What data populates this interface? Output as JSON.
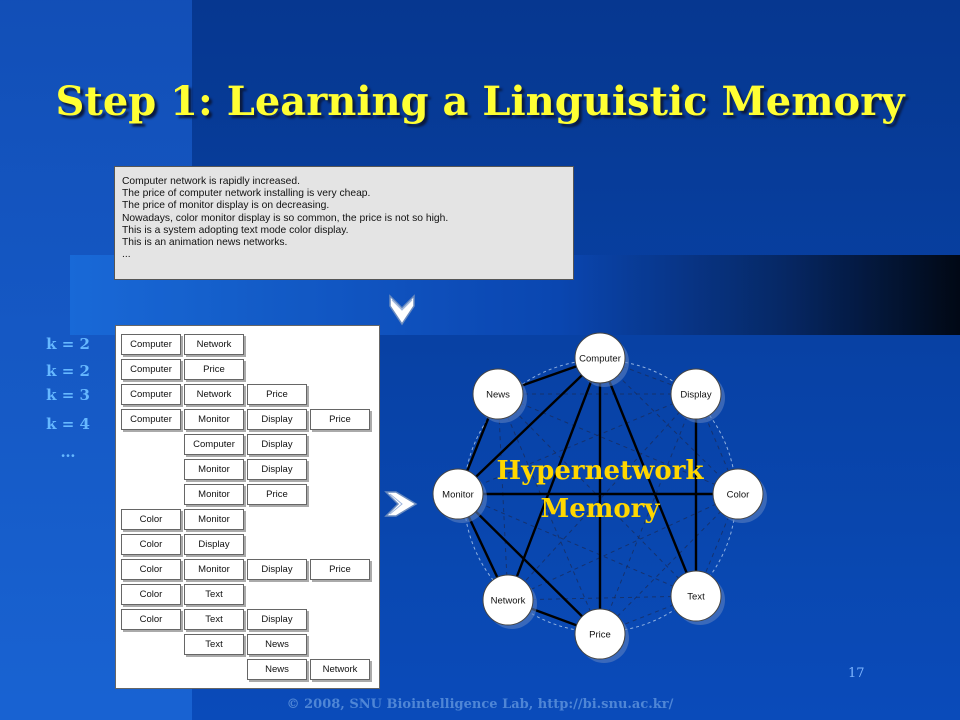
{
  "slide": {
    "title": "Step 1: Learning a Linguistic Memory",
    "page_number": "17",
    "footer": "© 2008, SNU Biointelligence Lab, http://bi.snu.ac.kr/"
  },
  "corpus_lines": [
    "Computer network is rapidly increased.",
    "The price of computer network installing is very cheap.",
    "The price of monitor display is on decreasing.",
    "Nowadays, color monitor display is so common, the price is not so high.",
    "This is a system adopting text mode color display.",
    "This is an animation news networks.",
    "..."
  ],
  "k_labels": [
    "k = 2",
    "k = 2",
    "k = 3",
    "k = 4",
    "…"
  ],
  "hyperedge_rows": [
    [
      "Computer",
      "Network"
    ],
    [
      "Computer",
      "Price"
    ],
    [
      "Computer",
      "Network",
      "Price"
    ],
    [
      "Computer",
      "Monitor",
      "Display",
      "Price"
    ],
    [
      "Computer",
      "Display"
    ],
    [
      "Monitor",
      "Display"
    ],
    [
      "Monitor",
      "Price"
    ],
    [
      "Color",
      "Monitor"
    ],
    [
      "Color",
      "Display"
    ],
    [
      "Color",
      "Monitor",
      "Display",
      "Price"
    ],
    [
      "Color",
      "Text"
    ],
    [
      "Color",
      "Text",
      "Display"
    ],
    [
      "Text",
      "News"
    ],
    [
      "News",
      "Network"
    ]
  ],
  "hypernetwork": {
    "label_line1": "Hypernetwork",
    "label_line2": "Memory",
    "nodes": [
      "Computer",
      "Display",
      "Color",
      "Text",
      "Price",
      "Network",
      "Monitor",
      "News"
    ]
  },
  "colors": {
    "title": "#ffff33",
    "k_label": "#66b8ff",
    "hyper_label": "#ffd700",
    "background": "#0a3f9c"
  }
}
